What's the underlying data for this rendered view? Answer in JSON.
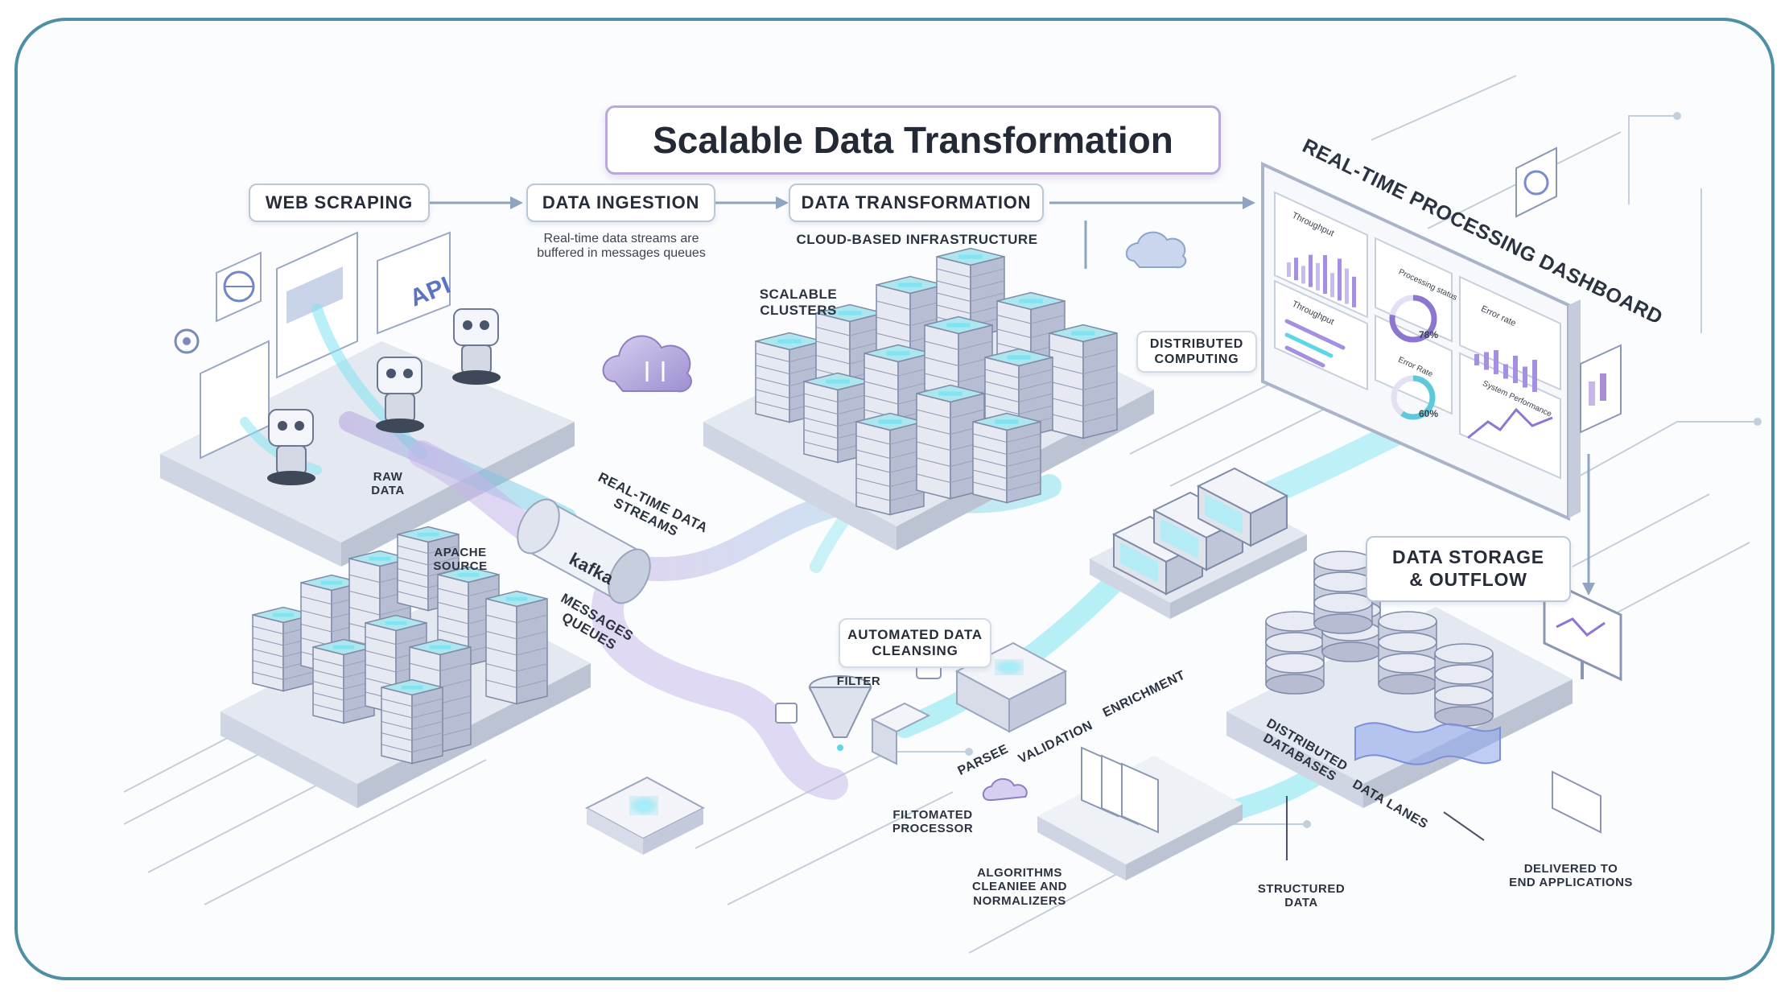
{
  "title": "Scalable Data Transformation",
  "stages": {
    "web_scraping": "WEB SCRAPING",
    "data_ingestion": "DATA INGESTION",
    "data_ingestion_note": "Real-time data streams are\nbuffered in messages queues",
    "data_transformation": "DATA TRANSFORMATION",
    "cloud_infrastructure": "CLOUD-BASED INFRASTRUCTURE",
    "dashboard": "REAL-TIME PROCESSING DASHBOARD",
    "data_storage": "DATA STORAGE\n& OUTFLOW"
  },
  "labels": {
    "api": "API",
    "raw_data": "RAW\nDATA",
    "apache_source": "APACHE\nSOURCE",
    "realtime_streams": "REAL-TIME DATA\nSTREAMS",
    "kafka": "kafka",
    "messages_queues": "MESSAGES\nQUEUES",
    "scalable_clusters": "SCALABLE\nCLUSTERS",
    "distributed_computing": "DISTRIBUTED\nCOMPUTING",
    "automated_cleansing": "AUTOMATED DATA\nCLEANSING",
    "filter": "FILTER",
    "parsee": "PARSEE",
    "validation": "VALIDATION",
    "enrichment": "ENRICHMENT",
    "filtomated_processor": "FILTOMATED\nPROCESSOR",
    "algorithms": "ALGORITHMS\nCLEANIEE AND\nNORMALIZERS",
    "distributed_databases": "DISTRIBUTED\nDATABASES",
    "data_lanes": "DATA LANES",
    "structured_data": "STRUCTURED\nDATA",
    "delivered": "DELIVERED TO\nEND APPLICATIONS"
  },
  "dashboard_panels": {
    "throughput_1": "Throughput",
    "throughput_2": "Throughput",
    "processing": "Processing status",
    "processing_pct": "78%",
    "error_rate_1": "Error rate",
    "error_rate_2": "Error Rate",
    "error_pct": "60%",
    "system_perf": "System Performance"
  },
  "colors": {
    "frame": "#4f8fa3",
    "accent_teal": "#5fd6e6",
    "accent_purple": "#a88fd6",
    "server_body": "#d9dde8",
    "server_top": "#7ecfe0",
    "platform": "#eef1f6",
    "line": "#aab9c8"
  }
}
